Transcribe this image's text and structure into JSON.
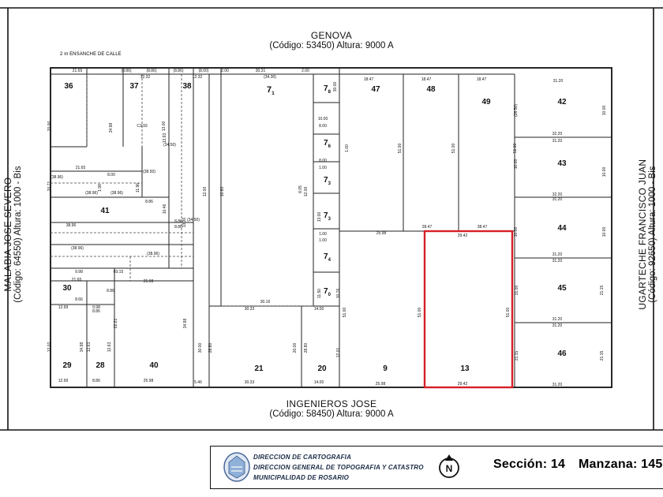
{
  "streets": {
    "top": {
      "name": "GENOVA",
      "code": "(Código: 53450) Altura: 9000 A"
    },
    "bottom": {
      "name": "INGENIEROS JOSE",
      "code": "(Código: 58450) Altura: 9000 A"
    },
    "left": {
      "name": "MALABIA JOSE SEVERO",
      "code": "(Código: 64550) Altura: 1000 - Bis"
    },
    "right": {
      "name": "UGARTECHE FRANCISCO JUAN",
      "code": "(Código: 92650) Altura: 1000 - Bis"
    }
  },
  "ensanche_note": "2 m ENSANCHE DE CALLE",
  "parcels": [
    "36",
    "37",
    "38",
    "41",
    "30",
    "29",
    "28",
    "40",
    "21",
    "20",
    "9",
    "13",
    "47",
    "48",
    "49",
    "42",
    "43",
    "44",
    "45",
    "46"
  ],
  "subparcels": [
    {
      "base": "7",
      "sub": "1"
    },
    {
      "base": "7",
      "sub": "8"
    },
    {
      "base": "7",
      "sub": "6"
    },
    {
      "base": "7",
      "sub": "3"
    },
    {
      "base": "7",
      "sub": "3"
    },
    {
      "base": "7",
      "sub": "4"
    },
    {
      "base": "7",
      "sub": "0"
    }
  ],
  "highlighted_parcel": "13",
  "highlight_color": "#d62027",
  "dimensions": [
    "21.65",
    "(8.86)",
    "(8.86)",
    "(8.86)",
    "(8.00)",
    "2.00",
    "30.31",
    "2.00",
    "12.32",
    "12.32",
    "(34.30)",
    "18.47",
    "18.47",
    "18.47",
    "31.20",
    "32.20",
    "31.20",
    "32.20",
    "31.20",
    "31.20",
    "31.20",
    "31.20",
    "31.20",
    "31.20",
    "25.98",
    "28.47",
    "38.47",
    "29.42",
    "29.42",
    "25.98",
    "30.33",
    "14.00",
    "30.33",
    "14.00",
    "30.16",
    "12.99",
    "8.86",
    "25.98",
    "21.65",
    "8.66",
    "9.98",
    "5.46",
    "12.99",
    "8.86",
    "25.98",
    "21.65",
    "8.00",
    "(38.96)",
    "(38.96)",
    "(38.96)",
    "(38.96)",
    "(38.96)",
    "38.96",
    "(38.50)",
    "8.86",
    "8.86",
    "8.86",
    "8.86",
    "9.98",
    "03.15",
    "C3.93",
    "(34.50)",
    "(34.50)",
    "(26.50)",
    "10.00",
    "10.00",
    "10.00",
    "10.00",
    "10.00",
    "10.00",
    "8.00",
    "8.00",
    "1.00",
    "1.00",
    "1.00",
    "1.00",
    "51.00",
    "51.00",
    "51.00",
    "51.00",
    "51.00",
    "51.00",
    "31.00",
    "21.15",
    "21.15",
    "21.15",
    "30.00",
    "12.00",
    "10.80",
    "12.00",
    "30.00",
    "28.80",
    "20.00",
    "28.80",
    "20.00",
    "34.98",
    "34.98",
    "12.63",
    "12.63",
    "12.02",
    "22.21",
    "34.98",
    "13.93",
    "13.36",
    "10.46",
    "20.71",
    "1.98",
    "11.96",
    "12.01",
    "8.05",
    "13.00",
    "11.50",
    "10.76",
    "13.00",
    "8.00",
    "8.00",
    "(14.50)"
  ],
  "footer": {
    "institution_lines": [
      "DIRECCION DE CARTOGRAFIA",
      "DIRECCION GENERAL DE TOPOGRAFIA Y CATASTRO",
      "MUNICIPALIDAD DE ROSARIO"
    ],
    "north_symbol": "N",
    "seal_icon": "rosario-seal-icon",
    "north_icon": "north-arrow-icon",
    "section_label": "Sección: 14",
    "block_label": "Manzana: 145"
  }
}
